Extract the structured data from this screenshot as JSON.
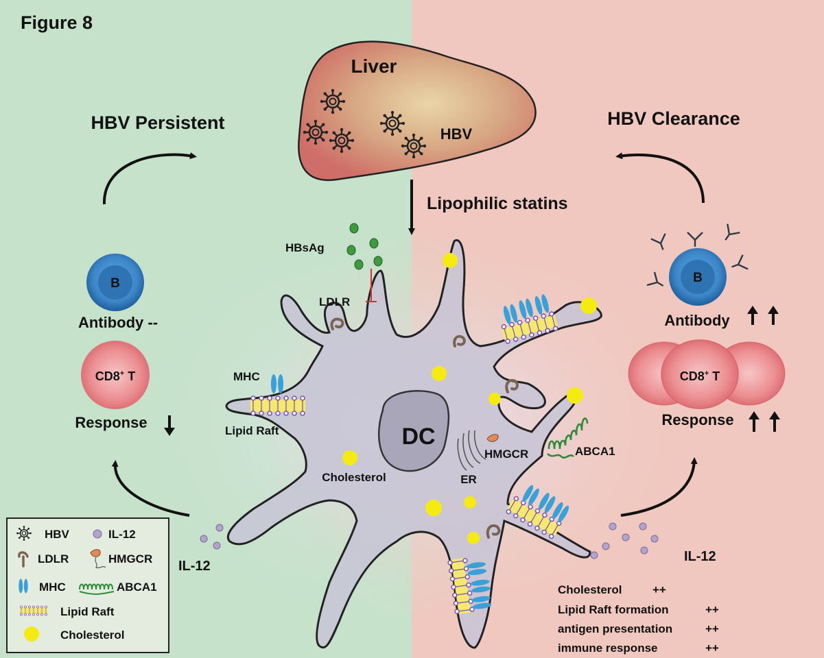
{
  "figure_label": "Figure 8",
  "liver": {
    "title": "Liver",
    "virus_label": "HBV"
  },
  "treatment_label": "Lipophilic statins",
  "left": {
    "title": "HBV Persistent",
    "b_cell_letter": "B",
    "antibody_text": "Antibody --",
    "t_cell_label": "CD8",
    "t_cell_sup": "+",
    "t_cell_suffix": " T",
    "response_text": "Response"
  },
  "right": {
    "title": "HBV Clearance",
    "b_cell_letter": "B",
    "antibody_text": "Antibody",
    "t_cell_label": "CD8",
    "t_cell_sup": "+",
    "t_cell_suffix": " T",
    "response_text": "Response"
  },
  "cell": {
    "name": "DC",
    "hbsag": "HBsAg",
    "ldlr": "LDLR",
    "mhc": "MHC",
    "lipid_raft": "Lipid Raft",
    "cholesterol": "Cholesterol",
    "er": "ER",
    "hmgcr": "HMGCR",
    "abca1": "ABCA1",
    "il12_left": "IL-12",
    "il12_right": "IL-12"
  },
  "effects": [
    {
      "label": "Cholesterol",
      "value": "++"
    },
    {
      "label": "Lipid Raft formation",
      "value": "++"
    },
    {
      "label": "antigen presentation",
      "value": "++"
    },
    {
      "label": "immune response",
      "value": "++"
    }
  ],
  "legend": {
    "hbv": "HBV",
    "il12": "IL-12",
    "ldlr": "LDLR",
    "hmgcr": "HMGCR",
    "mhc": "MHC",
    "abca1": "ABCA1",
    "lipid_raft": "Lipid Raft",
    "cholesterol": "Cholesterol"
  },
  "colors": {
    "left_background": "#c6e2cb",
    "right_background": "#f0c8bf",
    "liver_fill": "#d49a80",
    "cell_fill": "#c7c4d6",
    "nucleus_fill": "#a8a6b8",
    "b_cell": "#3b87c8",
    "t_cell": "#e87b83",
    "mhc": "#3aa0d8",
    "cholesterol": "#f5ea12",
    "raft_dot": "#7a4fb0",
    "hbsag": "#3f9a42",
    "ldlr": "#7a6352",
    "abca1": "#2f8a3a",
    "hmgcr": "#e08a5a",
    "il12": "#b3a4cc"
  }
}
